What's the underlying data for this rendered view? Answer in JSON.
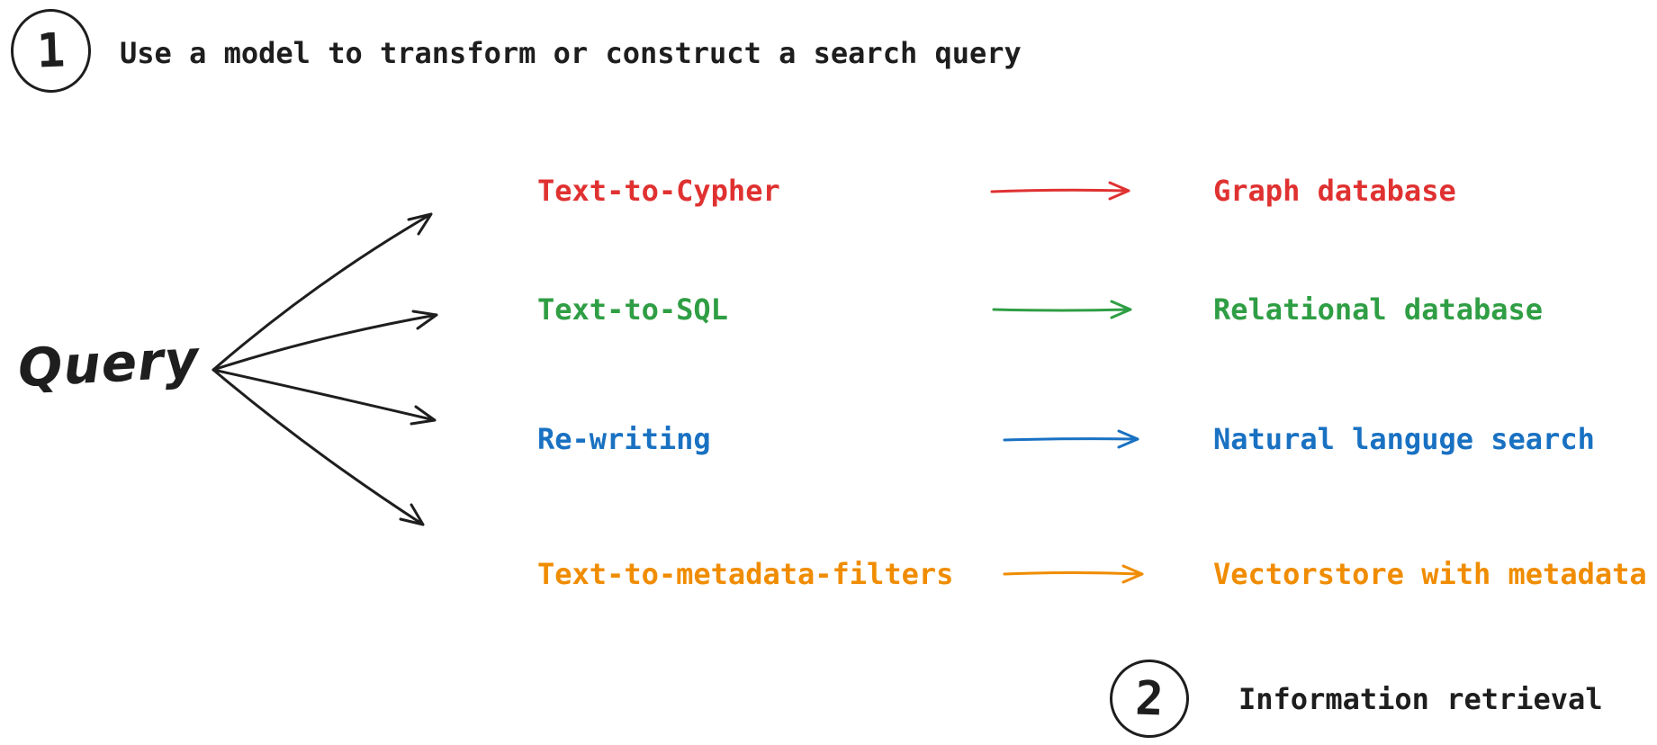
{
  "step1": {
    "number": "1",
    "label": "Use a model to transform or construct a search query"
  },
  "query_label": "Query",
  "rows": [
    {
      "method": "Text-to-Cypher",
      "target": "Graph database",
      "color": "#e03131",
      "color_name": "red"
    },
    {
      "method": "Text-to-SQL",
      "target": "Relational database",
      "color": "#2f9e44",
      "color_name": "green"
    },
    {
      "method": "Re-writing",
      "target": "Natural languge search",
      "color": "#1971c2",
      "color_name": "blue"
    },
    {
      "method": "Text-to-metadata-filters",
      "target": "Vectorstore with metadata",
      "color": "#f08c00",
      "color_name": "orange"
    }
  ],
  "step2": {
    "number": "2",
    "label": "Information retrieval"
  },
  "colors": {
    "ink": "#1e1e1e",
    "background": "#ffffff"
  }
}
